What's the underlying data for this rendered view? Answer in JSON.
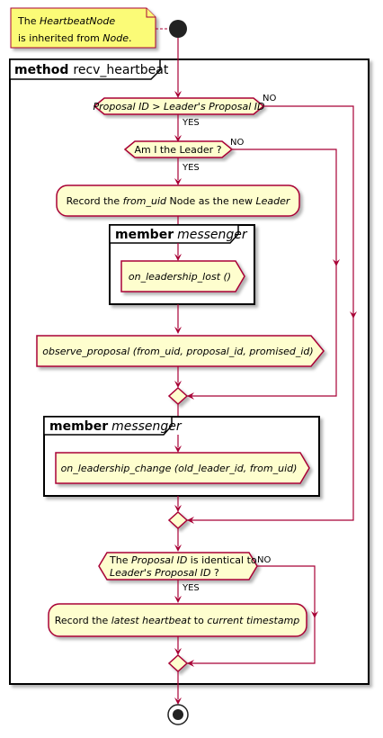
{
  "note": {
    "line1_prefix": "The ",
    "line1_italic": "HeartbeatNode",
    "line2_prefix": "is inherited from ",
    "line2_italic": "Node",
    "line2_suffix": "."
  },
  "method_frame": {
    "keyword": "method",
    "name": "recv_heartbeat"
  },
  "decisions": {
    "d1": {
      "text": "Proposal ID > Leader's Proposal ID",
      "yes": "YES",
      "no": "NO"
    },
    "d2": {
      "text": "Am I the Leader ?",
      "yes": "YES",
      "no": "NO"
    },
    "d3": {
      "line1_prefix": "The ",
      "line1_italic": "Proposal ID",
      "line1_suffix": " is identical to",
      "line2_italic": "Leader's Proposal ID",
      "line2_suffix": " ?",
      "yes": "YES",
      "no": "NO"
    }
  },
  "actions": {
    "record_leader": {
      "prefix": "Record the ",
      "italic1": "from_uid",
      "middle": " Node as the new ",
      "italic2": "Leader"
    },
    "record_heartbeat": {
      "prefix": "Record the ",
      "italic1": "latest heartbeat",
      "middle": " to ",
      "italic2": "current timestamp"
    }
  },
  "member_frames": {
    "m1": {
      "keyword": "member",
      "name": "messenger",
      "call": "on_leadership_lost ()"
    },
    "m2": {
      "keyword": "member",
      "name": "messenger",
      "call": "on_leadership_change (old_leader_id, from_uid)"
    }
  },
  "calls": {
    "observe": "observe_proposal (from_uid, proposal_id, promised_id)"
  }
}
